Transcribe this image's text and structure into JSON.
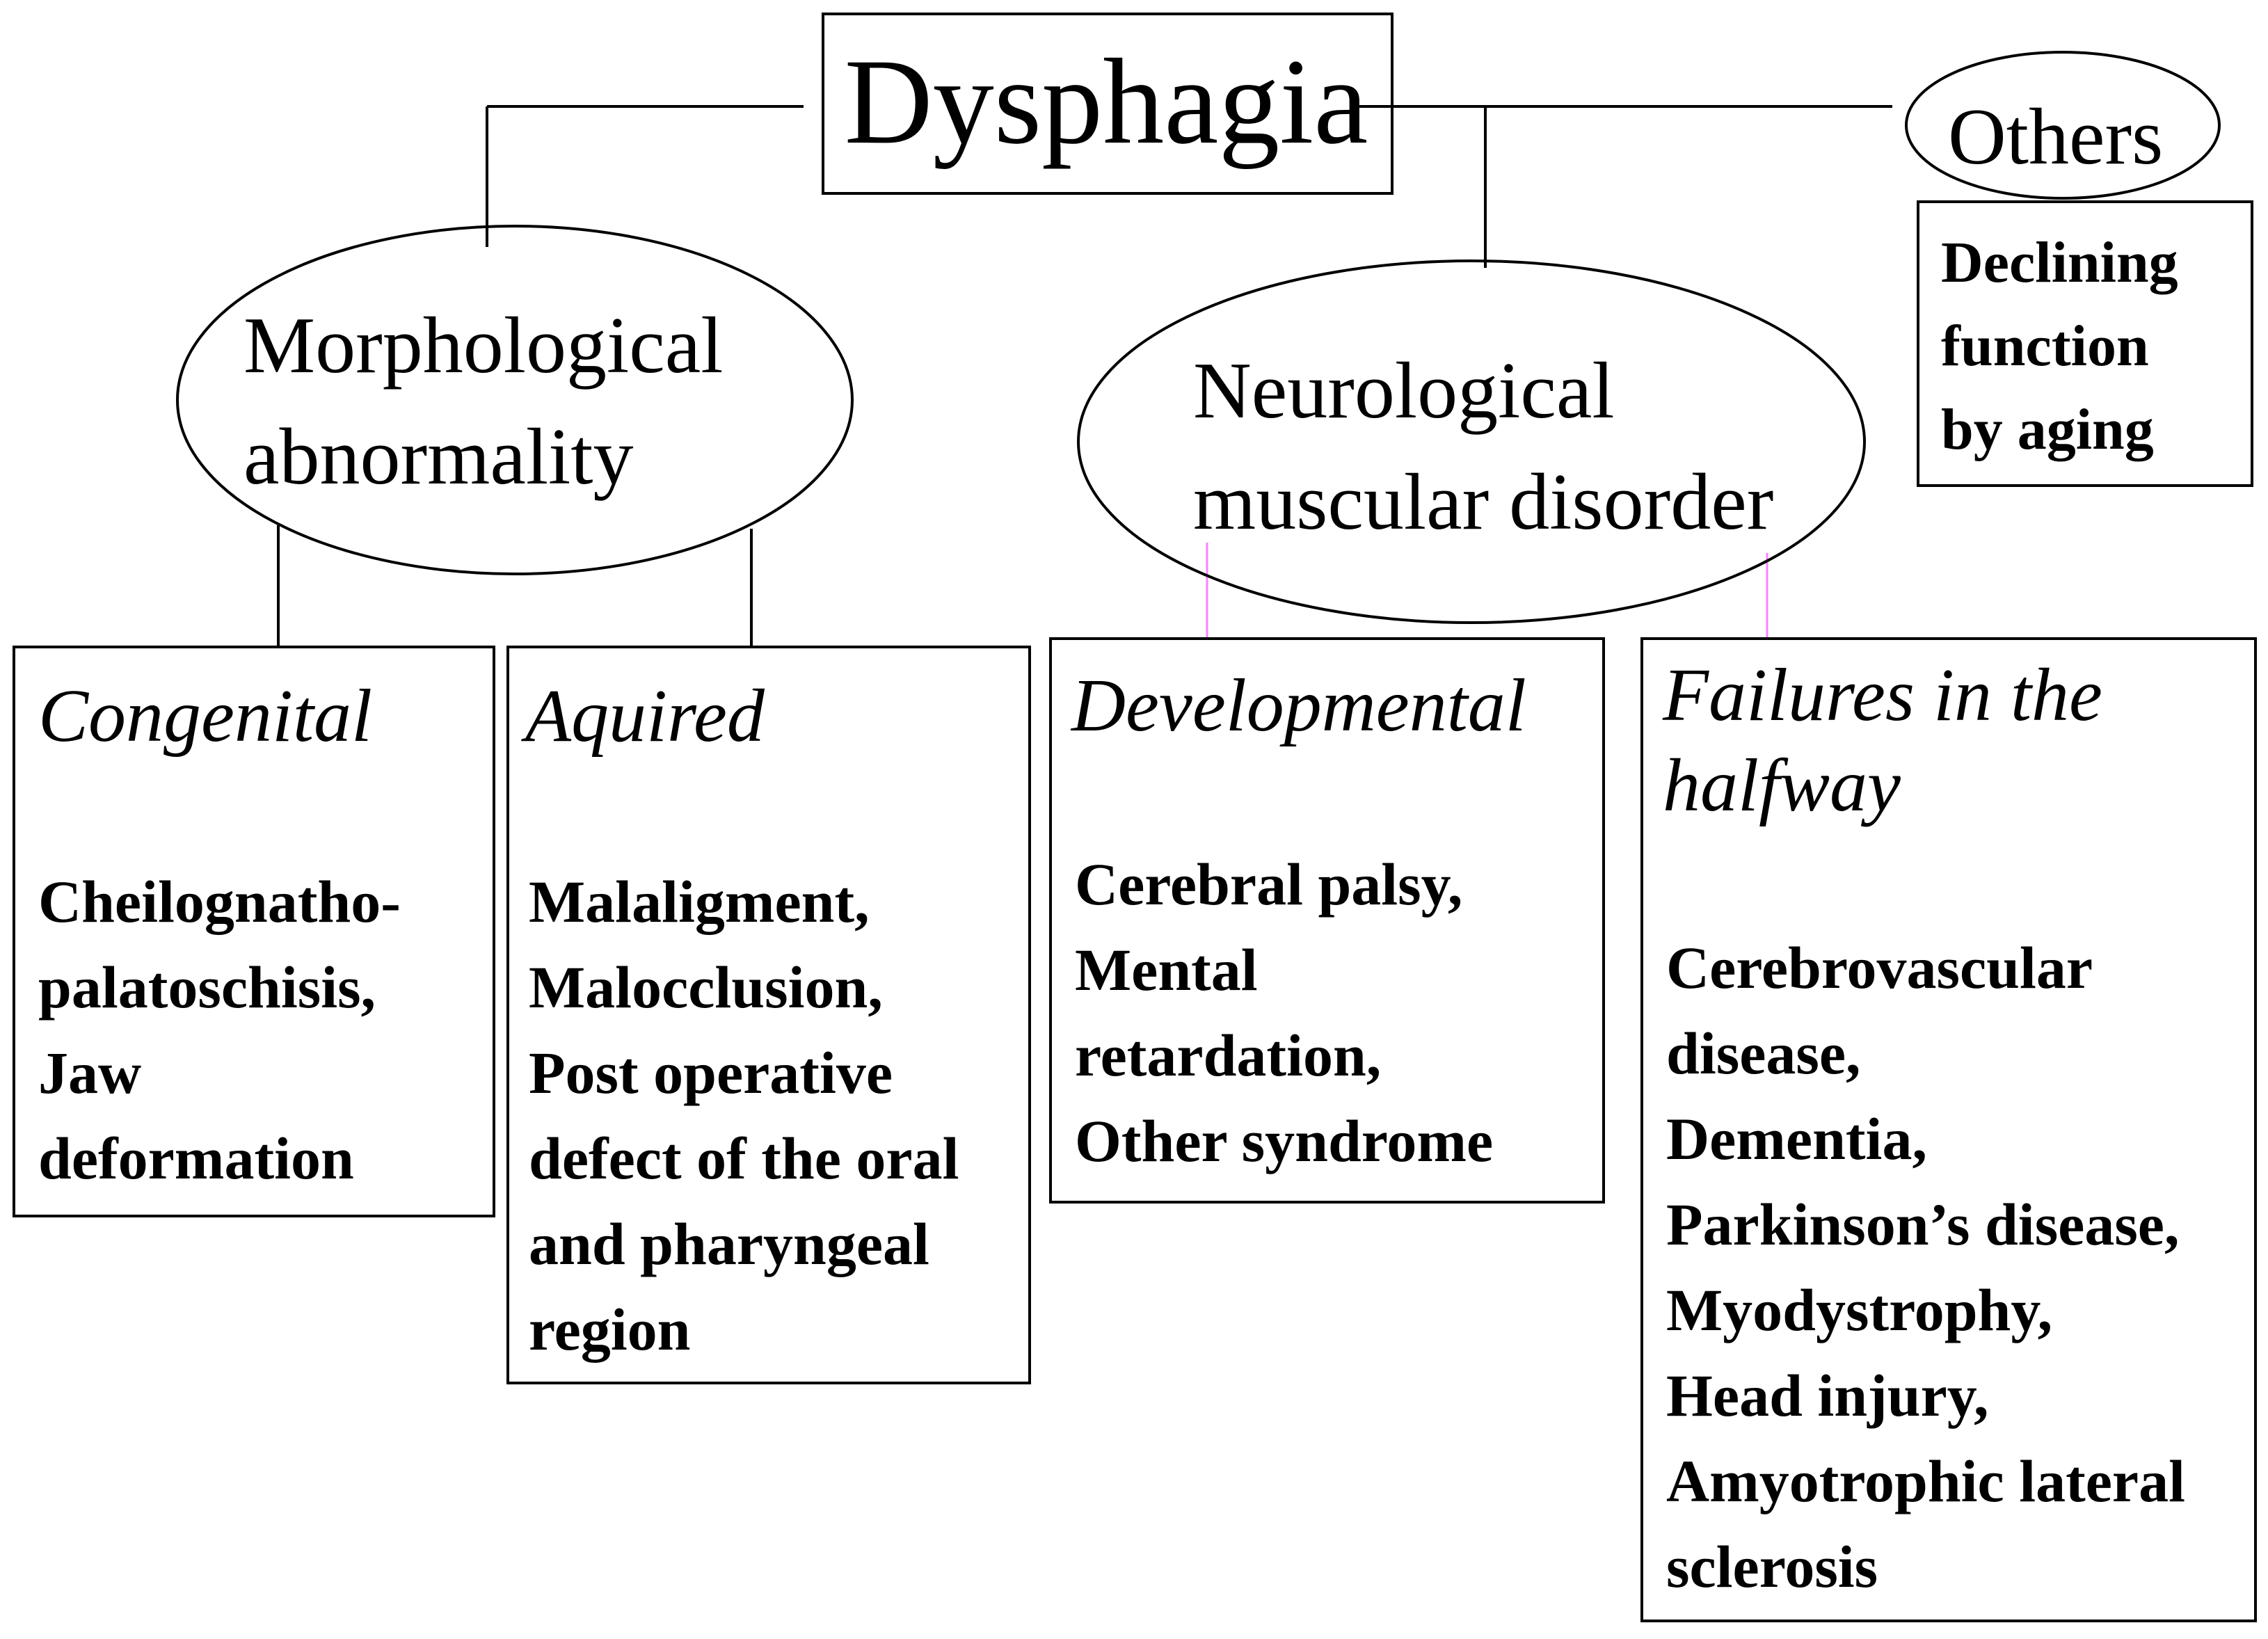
{
  "root": {
    "label": "Dysphagia"
  },
  "morphological": {
    "line1": "Morphological",
    "line2": "abnormality"
  },
  "neurological": {
    "line1": "Neurological",
    "line2": "muscular disorder"
  },
  "others": {
    "label": "Others",
    "items": [
      "Declining",
      "function",
      "by aging"
    ]
  },
  "congenital": {
    "heading": "Congenital",
    "lines": [
      "Cheilognatho-",
      "palatoschisis,",
      "Jaw",
      "deformation"
    ]
  },
  "acquired": {
    "heading": "Aquired",
    "lines": [
      "Malaligment,",
      "Malocclusion,",
      "Post operative",
      "defect of the oral",
      "and pharyngeal",
      "region"
    ]
  },
  "developmental": {
    "heading": "Developmental",
    "lines": [
      "Cerebral palsy,",
      "Mental",
      "retardation,",
      "Other syndrome"
    ]
  },
  "failures": {
    "heading_lines": [
      "Failures in the",
      "halfway"
    ],
    "lines": [
      "Cerebrovascular",
      "disease,",
      "Dementia,",
      "Parkinson’s disease,",
      "Myodystrophy,",
      "Head injury,",
      "Amyotrophic lateral",
      "sclerosis"
    ]
  },
  "colors": {
    "stroke": "#000000",
    "accent_connector": "#ff80ff",
    "background": "#ffffff"
  }
}
